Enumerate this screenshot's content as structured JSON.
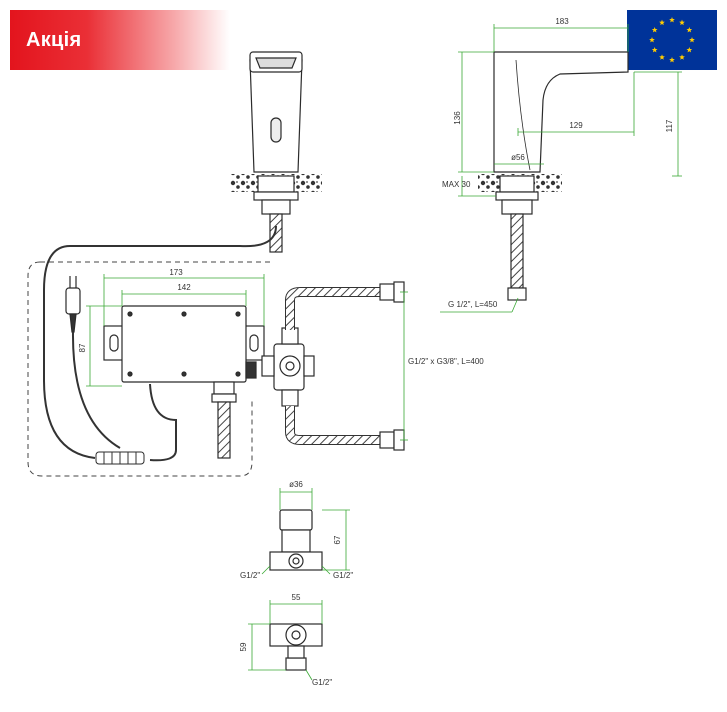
{
  "badge": {
    "label": "Акція",
    "color": "#e3141d"
  },
  "flag": {
    "name": "eu-flag-icon",
    "background": "#003399",
    "stars": "#ffcc00"
  },
  "colors": {
    "dimension": "#3aa935",
    "outline": "#2b2b2b",
    "hose": "#555555"
  },
  "dimensions": {
    "spout_length": "183",
    "spout_height": "136",
    "spout_reach": "129",
    "outlet_height": "117",
    "base_diameter": "ø56",
    "max_deck": "MAX 30",
    "supply_hose": "G 1/2\", L=450",
    "box_width_outer": "173",
    "box_width_inner": "142",
    "box_height": "87",
    "connector_hose": "G1/2\" x G3/8\", L=400",
    "valve_diameter": "ø36",
    "valve_height": "67",
    "valve_port_left": "G1/2\"",
    "valve_port_right": "G1/2\"",
    "valve_width": "55",
    "valve_bottom_height": "59",
    "valve_bottom_port": "G1/2\""
  }
}
